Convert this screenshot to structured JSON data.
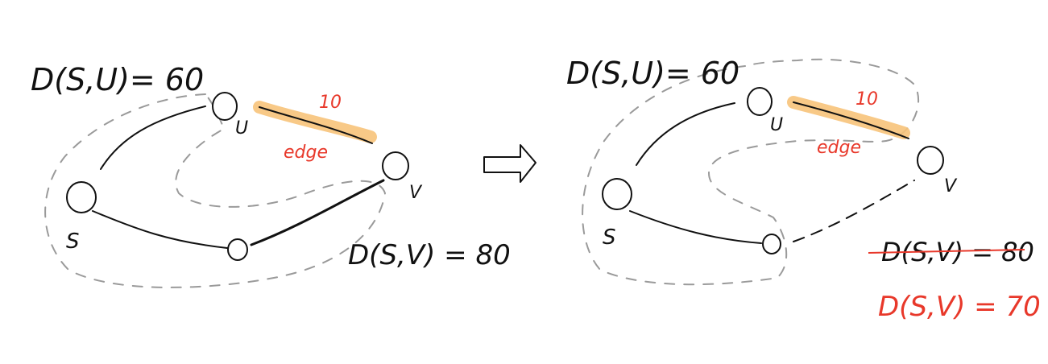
{
  "left_panel": {
    "dist_u": "D(S,U)= 60",
    "dist_v": "D(S,V) = 80",
    "node_s": "S",
    "node_u": "U",
    "node_v": "V",
    "weight": "10",
    "edge_label": "edge"
  },
  "right_panel": {
    "dist_u": "D(S,U)= 60",
    "old_dist_v": "D(S,V) = 80",
    "new_dist_v": "D(S,V) = 70",
    "node_s": "S",
    "node_u": "U",
    "node_v": "V",
    "weight": "10",
    "edge_label": "edge"
  },
  "colors": {
    "ink": "#111111",
    "annotation": "#e8382a",
    "highlight": "#f7c37a",
    "region": "#9a9a9a"
  }
}
